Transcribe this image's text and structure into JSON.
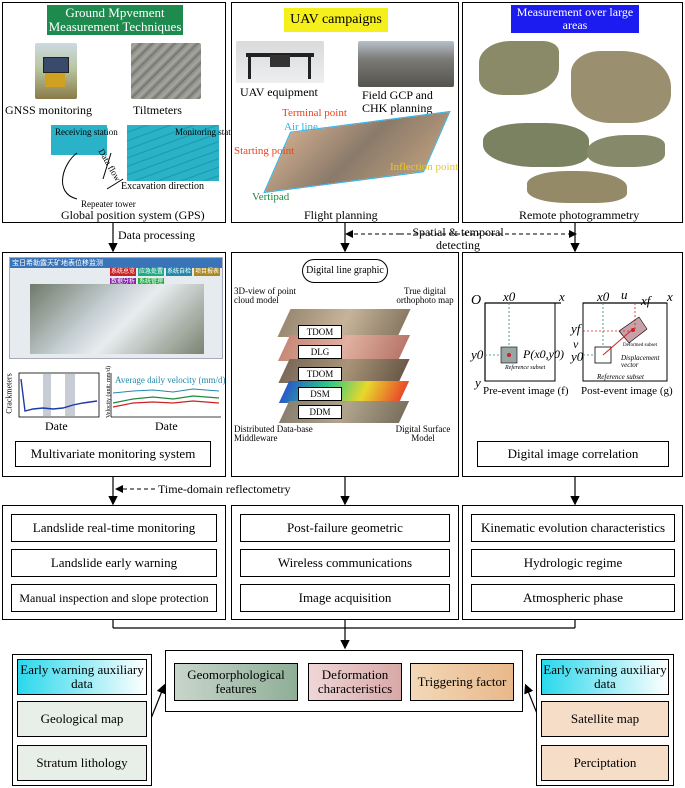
{
  "top": {
    "ground": {
      "title": "Ground Mpvement Measurement Techniques",
      "gnss": "GNSS monitoring",
      "tiltmeters": "Tiltmeters",
      "receiving_station": "Receiving station",
      "monitoring_station": "Monitoring station",
      "data_flow": "Data flow",
      "excavation_direction": "Excavation direction",
      "repeater_tower": "Repeater tower",
      "gps": "Global position system (GPS)",
      "colors": {
        "header_bg": "#1e8a4e",
        "station": "#2ab3c8"
      }
    },
    "uav": {
      "title": "UAV campaigns",
      "equipment": "UAV equipment",
      "field_gcp": "Field GCP and CHK planning",
      "terminal_point": "Terminal point",
      "air_line": "Air line",
      "starting_point": "Starting point",
      "inflection_point": "Inflection point",
      "vertipad": "Vertipad",
      "flight_planning": "Flight planning",
      "colors": {
        "header_bg": "#f5ef1c",
        "terminal": "#e8431e",
        "airline": "#2ab3e8",
        "inflection": "#e8c81e",
        "vertipad": "#1e8a3e"
      }
    },
    "remote": {
      "title": "Measurement over large areas",
      "photogrammetry": "Remote photogrammetry",
      "colors": {
        "header_bg": "#1c1cf0",
        "header_text": "#ffffff"
      }
    }
  },
  "connectors": {
    "data_processing": "Data processing",
    "spatial_temporal": "Spatial & temporal detecting",
    "time_domain": "Time-domain reflectometry"
  },
  "middle": {
    "monitoring": {
      "banner": "宝日希勒露天矿地表位移监测",
      "tabs": [
        "系统总览",
        "应急处置",
        "系统自检",
        "项目报表",
        "数据分析",
        "系统管理"
      ],
      "crackmeters": "Crackmeters",
      "date1": "Date",
      "velocity_axis": "Velocity (unit: mm/d)",
      "velocity_legend": "Average daily velocity (mm/d)",
      "date2": "Date",
      "caption": "Multivariate monitoring system"
    },
    "digital": {
      "title": "Digital line graphic",
      "view3d": "3D-view of point cloud model",
      "true_ortho": "True digital orthophoto map",
      "layers": [
        "TDOM",
        "DLG",
        "TDOM",
        "DSM",
        "DDM"
      ],
      "distributed": "Distributed Data-base Middleware",
      "surface_model": "Digital Surface Model"
    },
    "dic": {
      "o": "O",
      "x0_left": "x0",
      "x_left": "x",
      "y0_left": "y0",
      "y_left": "y",
      "p_label": "P(x0,y0)",
      "ref_subset_left": "Reference subset",
      "pre_event": "Pre-event image (f)",
      "x0_right": "x0",
      "u": "u",
      "xf": "xf",
      "x_right": "x",
      "yf": "yf",
      "v": "v",
      "y0_right": "y0",
      "deformed_subset": "Deformed subset",
      "displacement_vector": "Displacement vector",
      "ref_subset_right": "Reference subset",
      "post_event": "Post-event image (g)",
      "caption": "Digital image correlation"
    }
  },
  "applications": {
    "left": [
      "Landslide  real-time monitoring",
      "Landslide  early warning",
      "Manual inspection and slope protection"
    ],
    "center": [
      "Post-failure  geometric",
      "Wireless communications",
      "Image acquisition"
    ],
    "right": [
      "Kinematic evolution characteristics",
      "Hydrologic regime",
      "Atmospheric phase"
    ]
  },
  "bottom": {
    "left_header": "Early warning auxiliary data",
    "left_items": [
      "Geological map",
      "Stratum lithology"
    ],
    "center_items": [
      "Geomorphological features",
      "Deformation characteristics",
      "Triggering factor"
    ],
    "right_header": "Early warning auxiliary data",
    "right_items": [
      "Satellite map",
      "Perciptation"
    ],
    "colors": {
      "cyan_grad": "#2ad8ec",
      "green": "#8fae96",
      "left_item": "#e8efe9",
      "pink": "#e0b4b4",
      "orange": "#ecc49a",
      "right_item": "#f6ddc8"
    }
  }
}
